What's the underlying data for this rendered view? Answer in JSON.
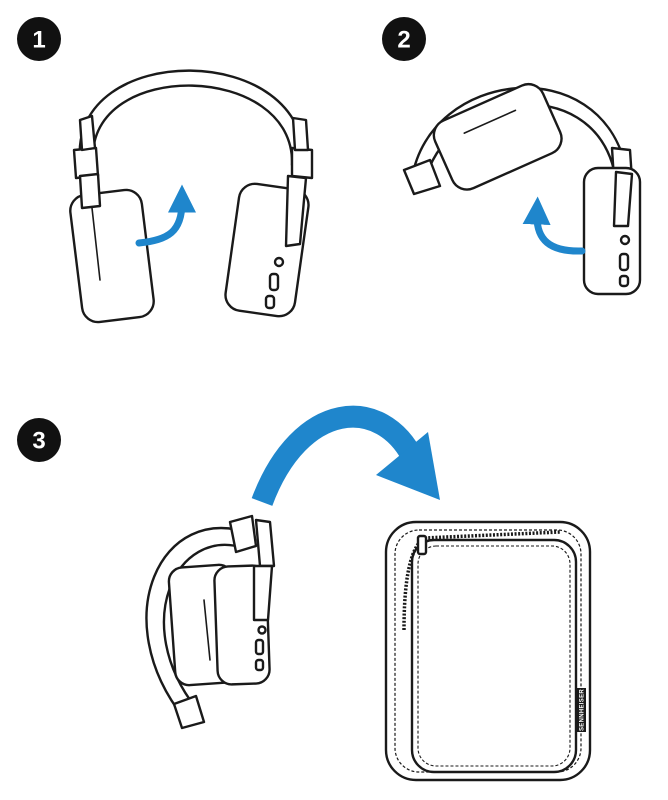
{
  "steps": [
    {
      "number": "1"
    },
    {
      "number": "2"
    },
    {
      "number": "3"
    }
  ],
  "case": {
    "brand_label": "SENNHEISER"
  },
  "colors": {
    "arrow": "#1f86cc",
    "badge": "#111111",
    "outline": "#1a1a1a"
  },
  "icons": [
    "headphones-open-icon",
    "headphones-folding-icon",
    "headphones-folded-icon",
    "carry-case-icon",
    "rotate-arrow-icon",
    "curved-arrow-icon"
  ]
}
